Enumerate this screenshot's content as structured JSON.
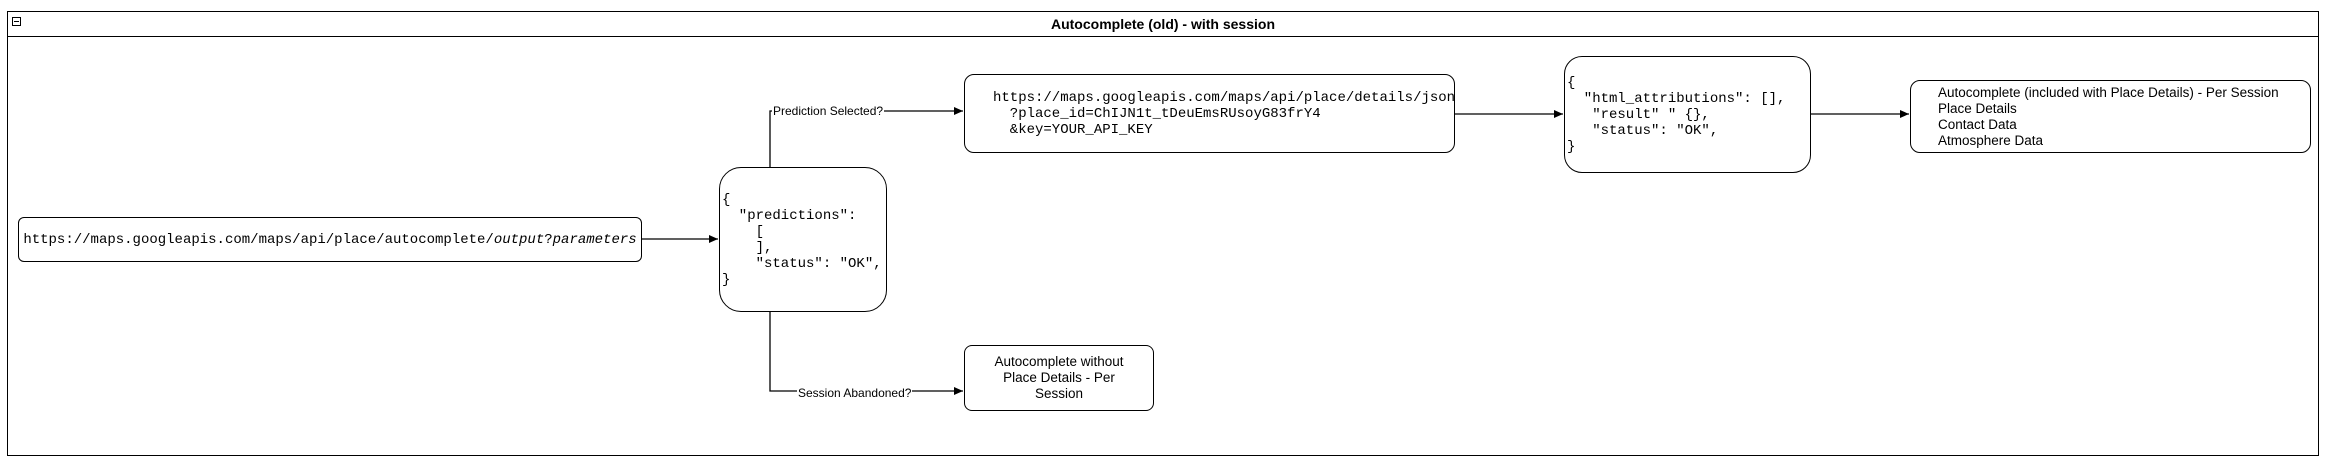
{
  "diagram": {
    "title": "Autocomplete (old) - with session",
    "nodes": {
      "autocomplete_request": {
        "url_prefix": "https://maps.googleapis.com/maps/api/place/autocomplete/",
        "url_output": "output",
        "url_query": "?",
        "url_params": "parameters"
      },
      "predictions_response": "{\n  \"predictions\":\n    [\n    ],\n    \"status\": \"OK\",\n}",
      "details_request": "https://maps.googleapis.com/maps/api/place/details/json\n  ?place_id=ChIJN1t_tDeuEmsRUsoyG83frY4\n  &key=YOUR_API_KEY",
      "details_response": "{\n  \"html_attributions\": [],\n   \"result\" \" {},\n   \"status\": \"OK\",\n}",
      "sku_lines": [
        "Autocomplete (included with Place Details) - Per Session",
        "Place Details",
        "Contact Data",
        "Atmosphere Data"
      ],
      "abandoned_sku": "Autocomplete without Place Details - Per Session"
    },
    "edges": {
      "prediction_selected": "Prediction Selected?",
      "session_abandoned": "Session Abandoned?"
    }
  }
}
